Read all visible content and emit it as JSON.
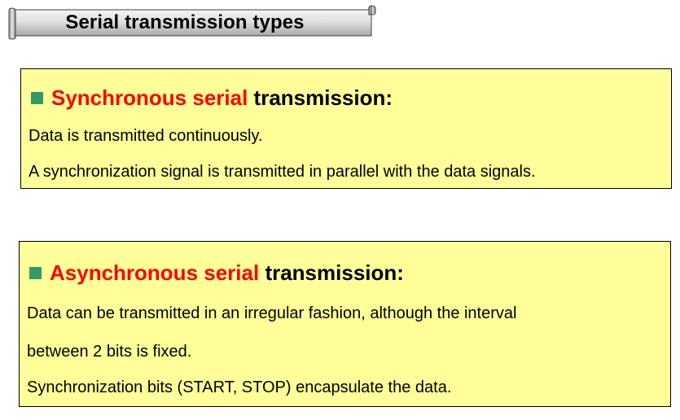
{
  "title": "Serial transmission types",
  "colors": {
    "box_background": "#ffff99",
    "highlight": "#ff0000",
    "bullet": "#339966"
  },
  "sections": [
    {
      "heading_highlight": "Synchronous serial",
      "heading_rest": "transmission:",
      "lines": [
        "Data is transmitted continuously.",
        "A synchronization signal is transmitted in parallel with the data signals."
      ]
    },
    {
      "heading_highlight": "Asynchronous serial",
      "heading_rest": "transmission:",
      "lines": [
        "Data can be transmitted in an irregular fashion, although the interval",
        "between 2 bits is fixed.",
        "Synchronization bits (START, STOP) encapsulate the data."
      ]
    }
  ]
}
